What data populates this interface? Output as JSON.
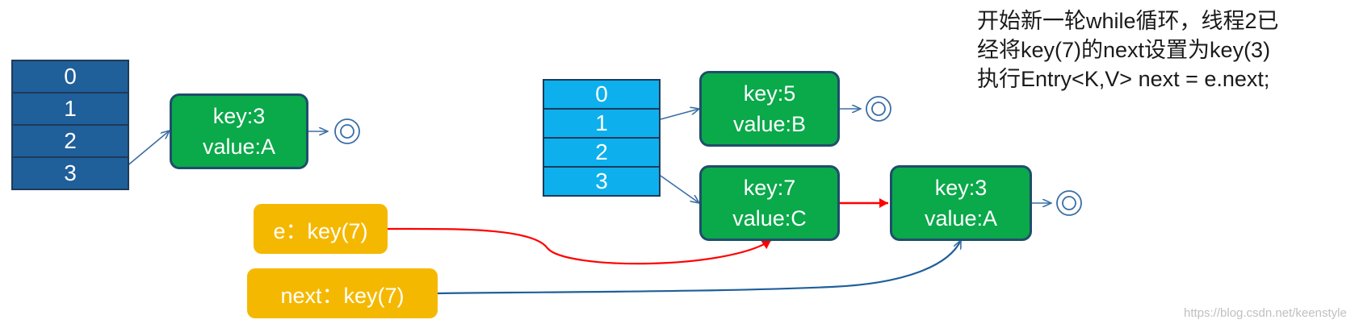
{
  "left_table": {
    "cells": [
      "0",
      "1",
      "2",
      "3"
    ]
  },
  "left_node": {
    "key": "key:3",
    "value": "value:A"
  },
  "right_table": {
    "cells": [
      "0",
      "1",
      "2",
      "3"
    ]
  },
  "right_nodes": [
    {
      "key": "key:5",
      "value": "value:B"
    },
    {
      "key": "key:7",
      "value": "value:C"
    },
    {
      "key": "key:3",
      "value": "value:A"
    }
  ],
  "vars": {
    "e": "e：key(7)",
    "next": "next：key(7)"
  },
  "caption": {
    "line1": "开始新一轮while循环，线程2已",
    "line2": "经将key(7)的next设置为key(3)",
    "line3": "执行Entry<K,V> next = e.next;"
  },
  "watermark": "https://blog.csdn.net/keenstyle",
  "colors": {
    "table_dark": "#1f5f9a",
    "table_light": "#0db0ec",
    "node": "#0aa94a",
    "var_box": "#f5b800",
    "arrow_blue": "#3a6ea5",
    "arrow_red": "#ff0000"
  }
}
